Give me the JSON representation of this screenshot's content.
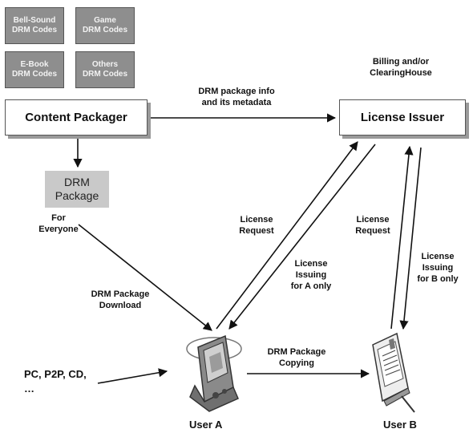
{
  "drm_codes": [
    {
      "id": "bell-sound",
      "label": "Bell-Sound\nDRM Codes"
    },
    {
      "id": "game",
      "label": "Game\nDRM Codes"
    },
    {
      "id": "ebook",
      "label": "E-Book\nDRM Codes"
    },
    {
      "id": "others",
      "label": "Others\nDRM Codes"
    }
  ],
  "content_packager": {
    "label": "Content Packager"
  },
  "license_issuer": {
    "label": "License Issuer"
  },
  "billing_label": "Billing and/or\nClearingHouse",
  "package_info_label": "DRM package info\nand its metadata",
  "drm_package": {
    "label": "DRM\nPackage",
    "caption": "For\nEveryone"
  },
  "download_label": "DRM Package\nDownload",
  "user_a": {
    "label": "User A",
    "request_label": "License\nRequest",
    "issuing_label": "License\nIssuing\nfor A only"
  },
  "user_b": {
    "label": "User B",
    "request_label": "License\nRequest",
    "issuing_label": "License\nIssuing\nfor B only"
  },
  "copying_label": "DRM Package\nCopying",
  "sources_label": "PC, P2P, CD,\n…",
  "colors": {
    "box_shadow": "#9a9a9a",
    "code_box": "#8e8e8e",
    "package_box": "#c9c9c9",
    "arrow": "#111111"
  }
}
